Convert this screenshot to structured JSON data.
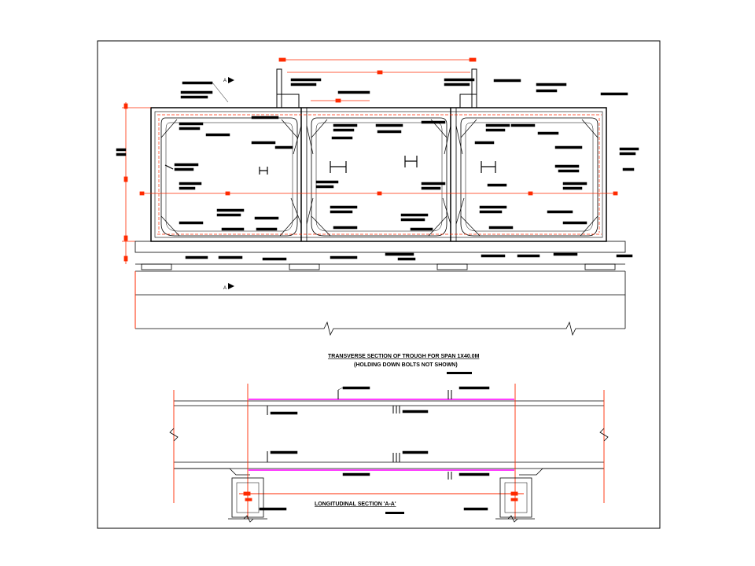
{
  "drawing": {
    "section_marks": {
      "top": "A",
      "bottom": "A"
    },
    "transverse": {
      "title": "TRANSVERSE SECTION OF TROUGH FOR SPAN 1X40.0M",
      "subtitle": "(HOLDING DOWN BOLTS NOT SHOWN)"
    },
    "longitudinal": {
      "title": "LONGITUDINAL SECTION 'A-A'"
    },
    "colors": {
      "structure": "#000000",
      "dimension": "#ff2a00",
      "prestress": "#ff00ff",
      "background": "#ffffff"
    }
  }
}
